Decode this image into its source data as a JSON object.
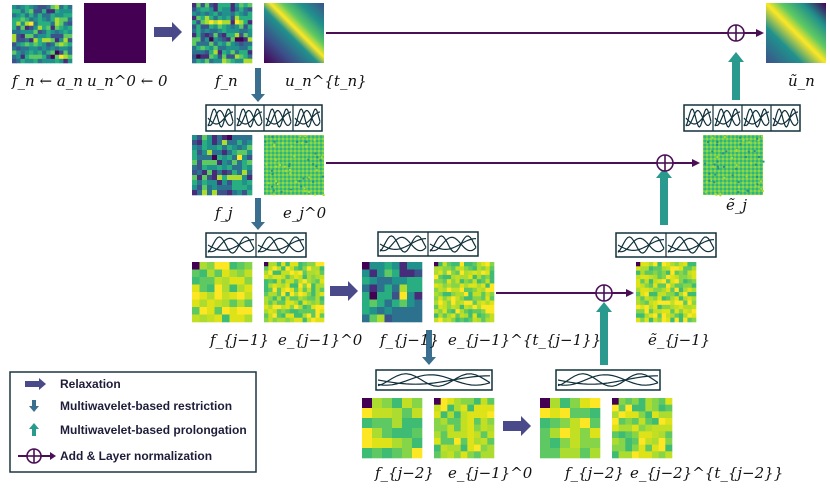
{
  "colors": {
    "relax_arrow": "#4a4a8a",
    "restrict_arrow": "#3a6f8f",
    "prolong_arrow": "#2a9a8e",
    "add_line": "#4b0f55",
    "wavelet_stroke": "#10303a",
    "noise_purple": "#440154"
  },
  "labels": {
    "fn_init": "f_n ← a_n",
    "u_init": "u_n^0 ← 0",
    "fn": "f_n",
    "u_tn": "u_n^{t_n}",
    "u_out": "ũ_n",
    "fj": "f_j",
    "ej0": "e_j^0",
    "ej_tilde": "ẽ_j",
    "fj1_a": "f_{j−1}",
    "ej1_0": "e_{j−1}^0",
    "fj1_b": "f_{j−1}",
    "ej1_t": "e_{j−1}^{t_{j−1}}",
    "ej1_tilde": "ẽ_{j−1}",
    "fj2_a": "f_{j−2}",
    "ej2_0": "e_{j−1}^0",
    "fj2_b": "f_{j−2}",
    "ej2_t": "e_{j−2}^{t_{j−2}}"
  },
  "legend": {
    "items": [
      {
        "icon": "relaxation-arrow-icon",
        "label": "Relaxation"
      },
      {
        "icon": "restriction-arrow-icon",
        "label": "Multiwavelet-based restriction"
      },
      {
        "icon": "prolongation-arrow-icon",
        "label": "Multiwavelet-based prolongation"
      },
      {
        "icon": "add-layer-norm-icon",
        "label": "Add & Layer normalization"
      }
    ]
  }
}
